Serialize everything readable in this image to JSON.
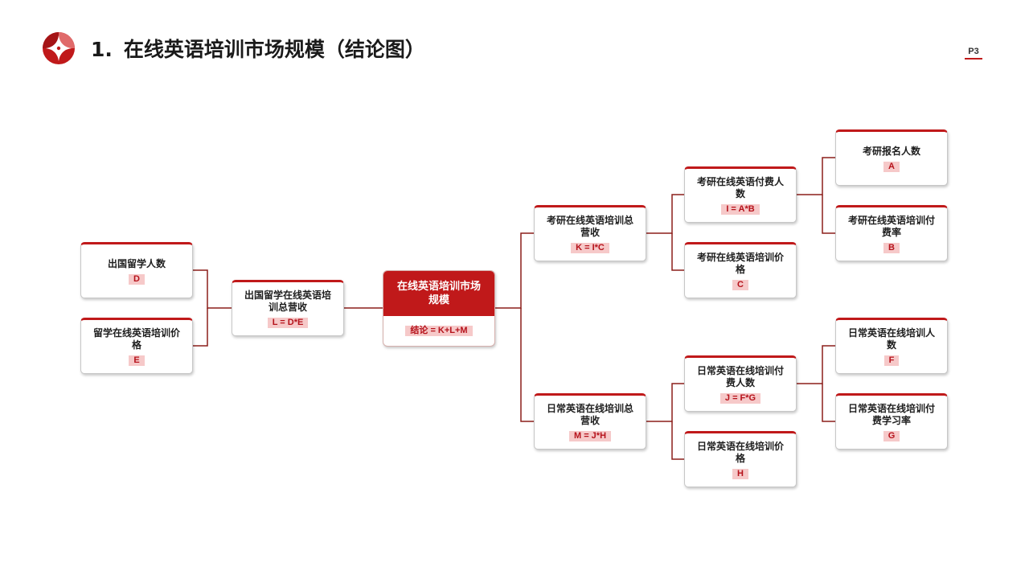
{
  "header": {
    "number": "1.",
    "title": "在线英语培训市场规模（结论图）",
    "page": "P3"
  },
  "colors": {
    "brand_red": "#c0191a",
    "formula_bg": "#f6c9c9",
    "connector": "#8b1e1a"
  },
  "nodes": {
    "overseas_students": {
      "label": "出国留学人数",
      "formula": "D"
    },
    "overseas_price": {
      "label": "留学在线英语培训价格",
      "formula": "E"
    },
    "overseas_revenue": {
      "label": "出国留学在线英语培训总营收",
      "formula": "L = D*E"
    },
    "market_size": {
      "label": "在线英语培训市场规模",
      "formula": "结论 = K+L+M"
    },
    "kaoyan_revenue": {
      "label": "考研在线英语培训总营收",
      "formula": "K = I*C"
    },
    "daily_revenue": {
      "label": "日常英语在线培训总营收",
      "formula": "M = J*H"
    },
    "kaoyan_paying": {
      "label": "考研在线英语付费人数",
      "formula": "I = A*B"
    },
    "kaoyan_price": {
      "label": "考研在线英语培训价格",
      "formula": "C"
    },
    "daily_paying": {
      "label": "日常英语在线培训付费人数",
      "formula": "J = F*G"
    },
    "daily_price": {
      "label": "日常英语在线培训价格",
      "formula": "H"
    },
    "kaoyan_applicants": {
      "label": "考研报名人数",
      "formula": "A"
    },
    "kaoyan_pay_rate": {
      "label": "考研在线英语培训付费率",
      "formula": "B"
    },
    "daily_learners": {
      "label": "日常英语在线培训人数",
      "formula": "F"
    },
    "daily_pay_rate": {
      "label": "日常英语在线培训付费学习率",
      "formula": "G"
    }
  }
}
